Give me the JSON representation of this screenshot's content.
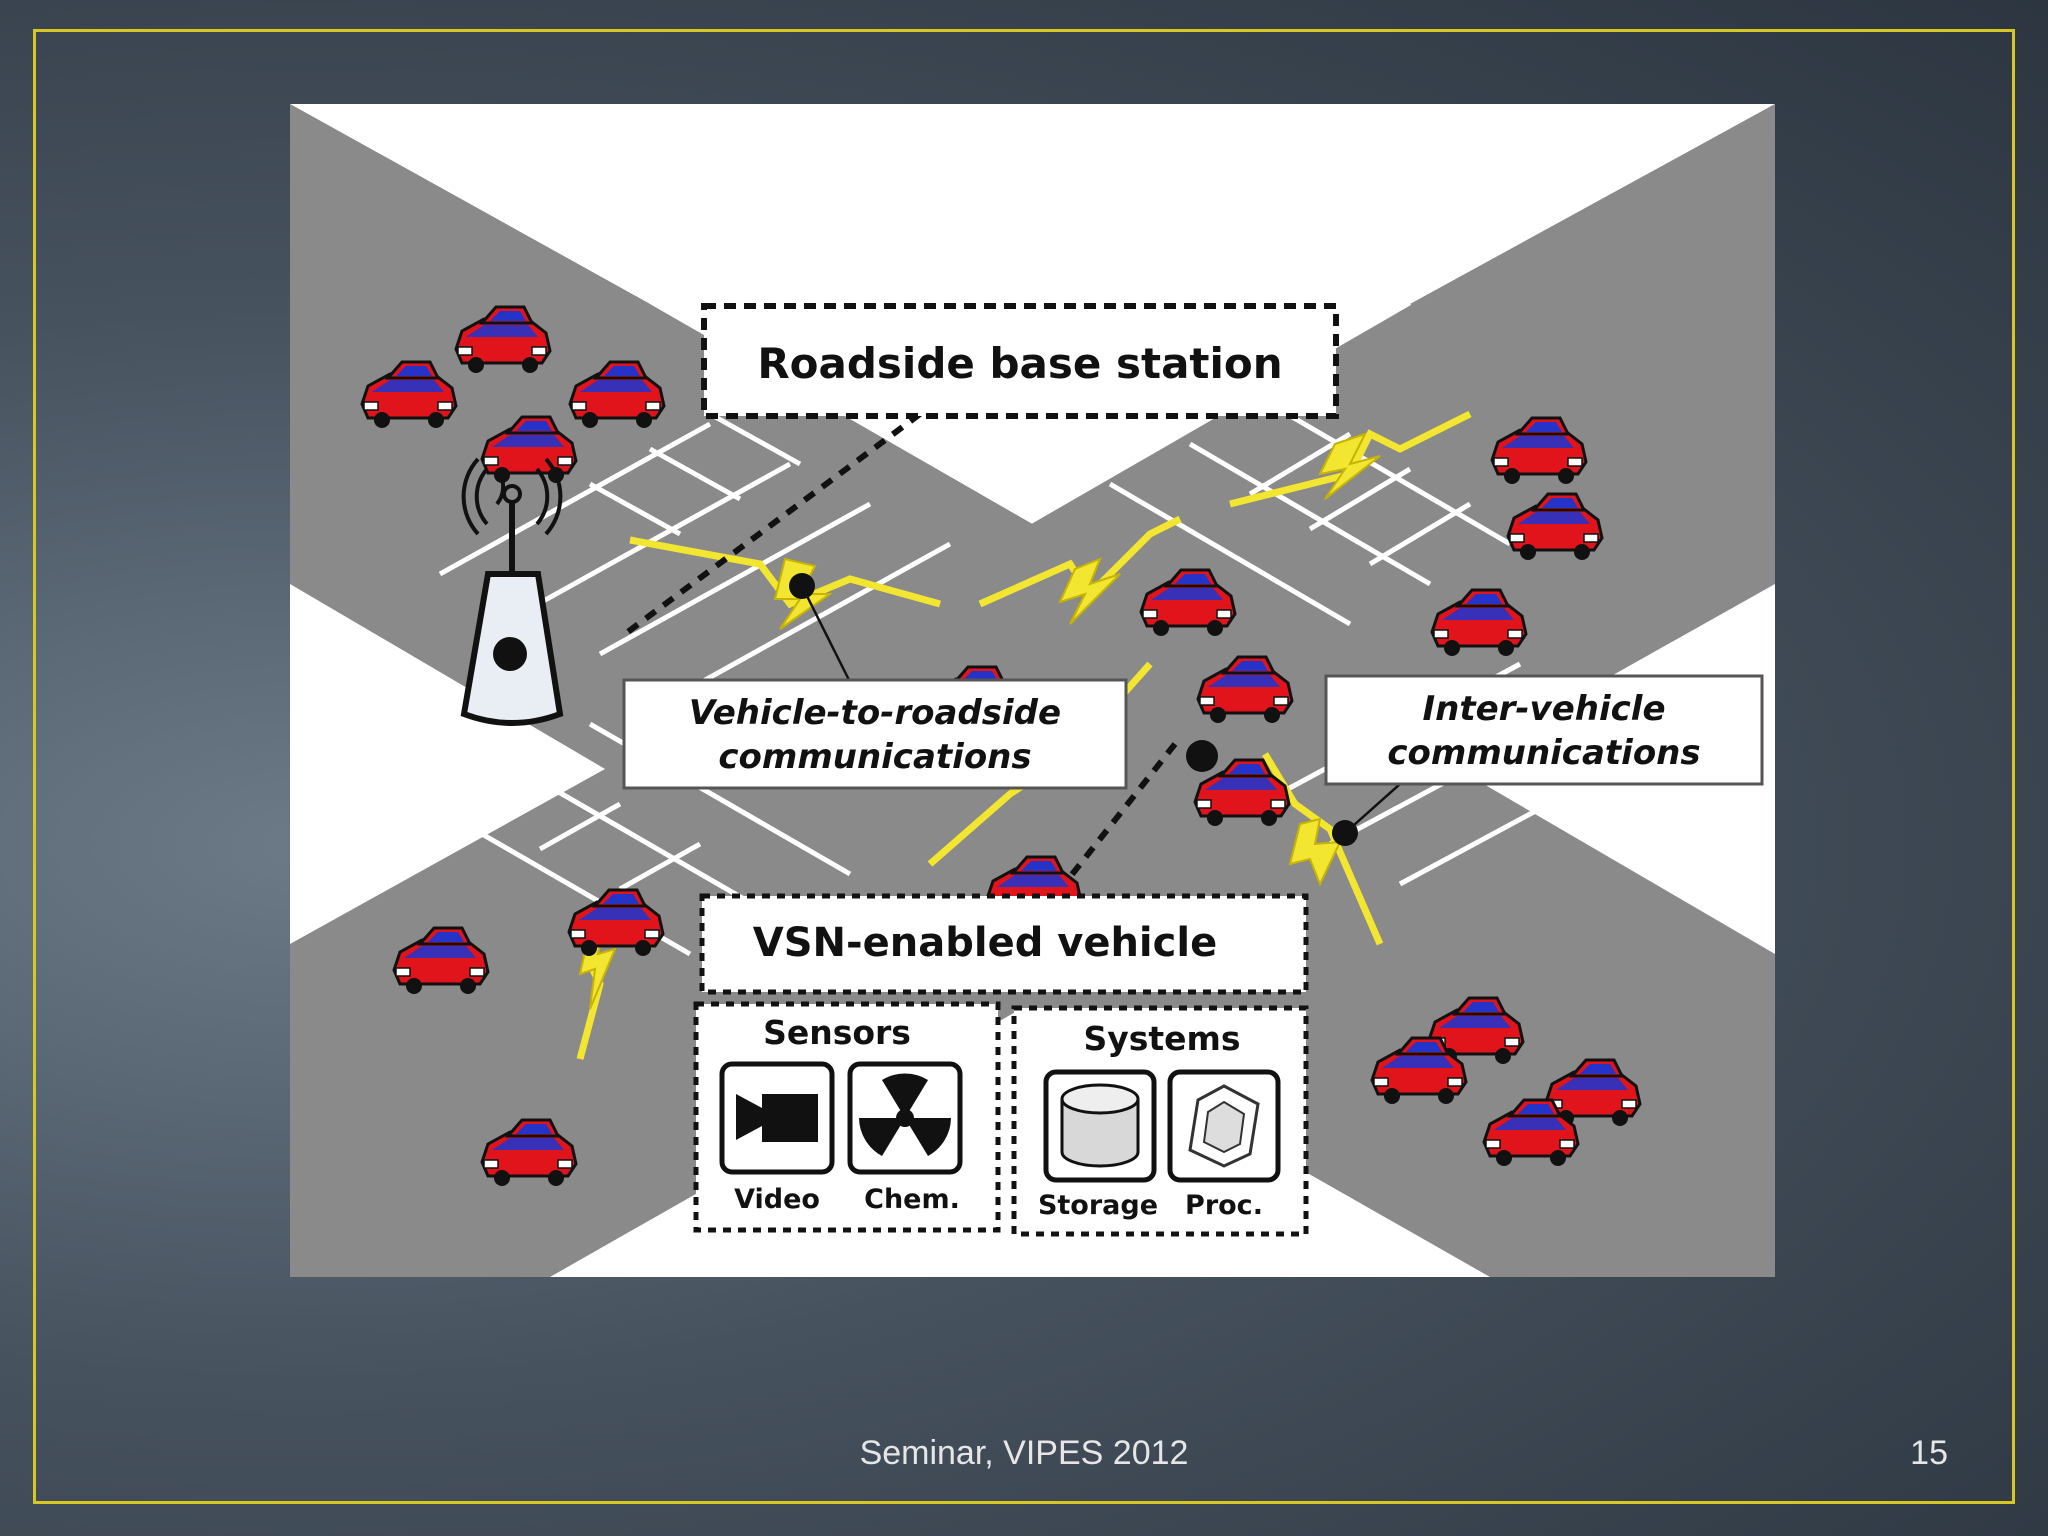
{
  "slide": {
    "footer": "Seminar, VIPES 2012",
    "page_number": "15",
    "border_color": "#d6c824"
  },
  "diagram": {
    "roadside_station_label": "Roadside base station",
    "v2r_label_line1": "Vehicle-to-roadside",
    "v2r_label_line2": "communications",
    "inter_label_line1": "Inter-vehicle",
    "inter_label_line2": "communications",
    "vsn_label": "VSN-enabled vehicle",
    "sensors_title": "Sensors",
    "sensor_video": "Video",
    "sensor_chem": "Chem.",
    "systems_title": "Systems",
    "system_storage": "Storage",
    "system_proc": "Proc.",
    "car_color": "#e0141a",
    "window_color": "#2633c8",
    "link_color": "#f2e630",
    "road_color": "#8a8a8a"
  }
}
